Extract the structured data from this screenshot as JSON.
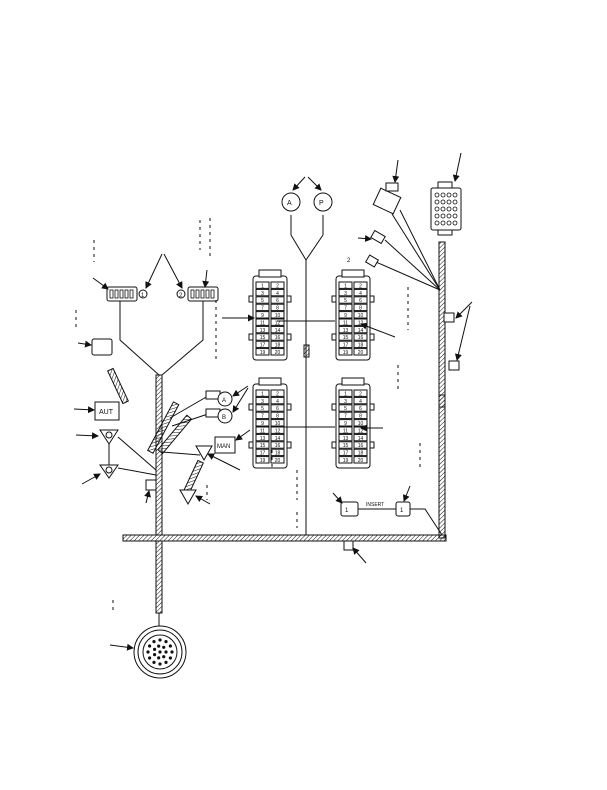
{
  "labels": {
    "aut": "AUT",
    "man": "MAN",
    "insert": "INSERT",
    "plug_left": "1",
    "plug_right": "1",
    "circle_left": "1",
    "circle_right": "2",
    "ring_left": "A",
    "ring_right": "P",
    "ring_mid_top": "A",
    "ring_mid_bottom": "B",
    "small_conn_tag": "2"
  },
  "terminal_blocks": {
    "upper": [
      "1",
      "2",
      "3",
      "4",
      "5",
      "6",
      "7",
      "8",
      "9",
      "10",
      "11",
      "12",
      "13",
      "14",
      "15",
      "16",
      "17",
      "18",
      "19",
      "20"
    ],
    "lower": [
      "1",
      "2",
      "3",
      "4",
      "5",
      "6",
      "7",
      "8",
      "9",
      "10",
      "11",
      "12",
      "13",
      "14",
      "15",
      "16",
      "17",
      "18",
      "19",
      "20"
    ]
  }
}
